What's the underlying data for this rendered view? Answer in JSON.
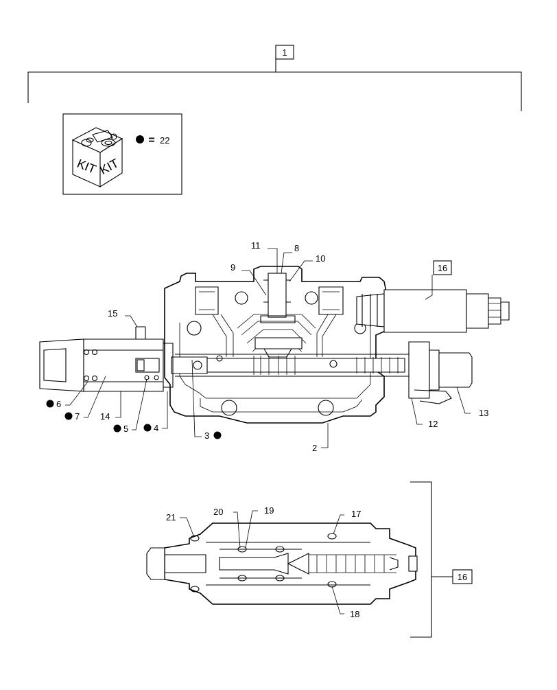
{
  "kit": {
    "label_left": "KIT",
    "label_right": "KIT",
    "legend_equals": "=",
    "legend_ref": "22"
  },
  "callouts": {
    "c1": "1",
    "c2": "2",
    "c3": "3",
    "c4": "4",
    "c5": "5",
    "c6": "6",
    "c7": "7",
    "c8": "8",
    "c9": "9",
    "c10": "10",
    "c11": "11",
    "c12": "12",
    "c13": "13",
    "c14": "14",
    "c15": "15",
    "c16a": "16",
    "c16b": "16",
    "c17": "17",
    "c18": "18",
    "c19": "19",
    "c20": "20",
    "c21": "21"
  }
}
